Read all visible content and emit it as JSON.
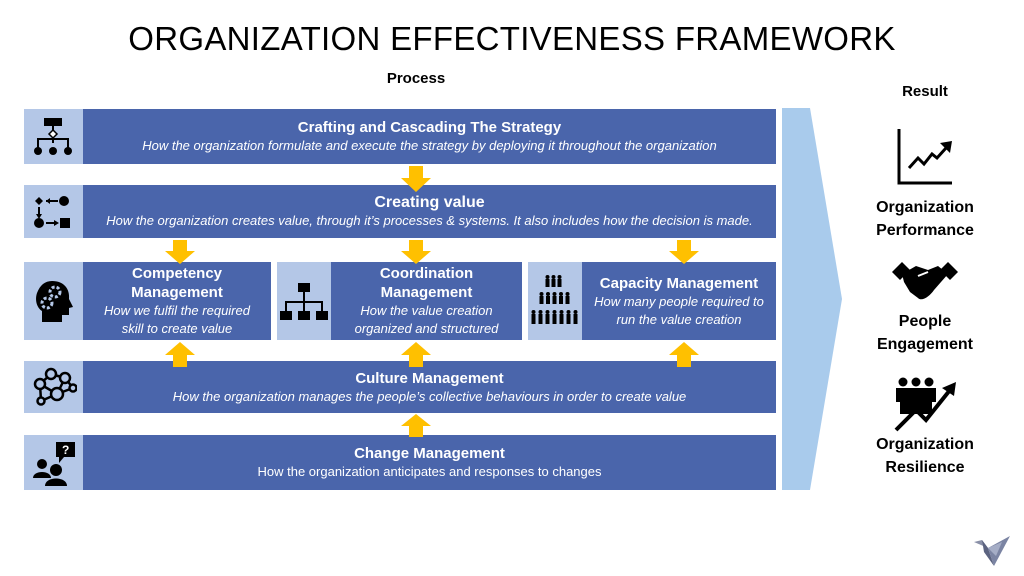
{
  "title": "ORGANIZATION EFFECTIVENESS FRAMEWORK",
  "process_label": "Process",
  "result_label": "Result",
  "colors": {
    "box": "#4A65AB",
    "icon_cell": "#B4C7E7",
    "arrow": "#FFC000",
    "chevron": "#A9CBEC"
  },
  "rows": {
    "strategy": {
      "heading": "Crafting and Cascading The Strategy",
      "desc": "How the organization formulate and execute the strategy by deploying it throughout the organization",
      "icon": "hierarchy-flow-icon"
    },
    "value": {
      "heading": "Creating value",
      "desc": "How the organization creates value, through it’s processes & systems. It also includes how the decision is made.",
      "icon": "process-flow-icon"
    },
    "competency": {
      "heading_1": "Competency",
      "heading_2": "Management",
      "desc_1": "How we fulfil the required",
      "desc_2": "skill to create value",
      "icon": "head-gears-icon"
    },
    "coordination": {
      "heading_1": "Coordination",
      "heading_2": "Management",
      "desc_1": "How the value creation",
      "desc_2": "organized and structured",
      "icon": "org-chart-icon"
    },
    "capacity": {
      "heading": "Capacity  Management",
      "desc_1": "How many people required to",
      "desc_2": "run the value creation",
      "icon": "people-pyramid-icon"
    },
    "culture": {
      "heading": "Culture Management",
      "desc": "How the organization manages the people’s collective behaviours in order to create value",
      "icon": "people-network-icon"
    },
    "change": {
      "heading": "Change Management",
      "desc": "How the organization anticipates and responses to changes",
      "icon": "people-question-icon"
    }
  },
  "results": [
    {
      "line1": "Organization",
      "line2": "Performance",
      "icon": "growth-chart-icon"
    },
    {
      "line1": "People",
      "line2": "Engagement",
      "icon": "handshake-icon"
    },
    {
      "line1": "Organization",
      "line2": "Resilience",
      "icon": "people-growth-icon"
    }
  ]
}
